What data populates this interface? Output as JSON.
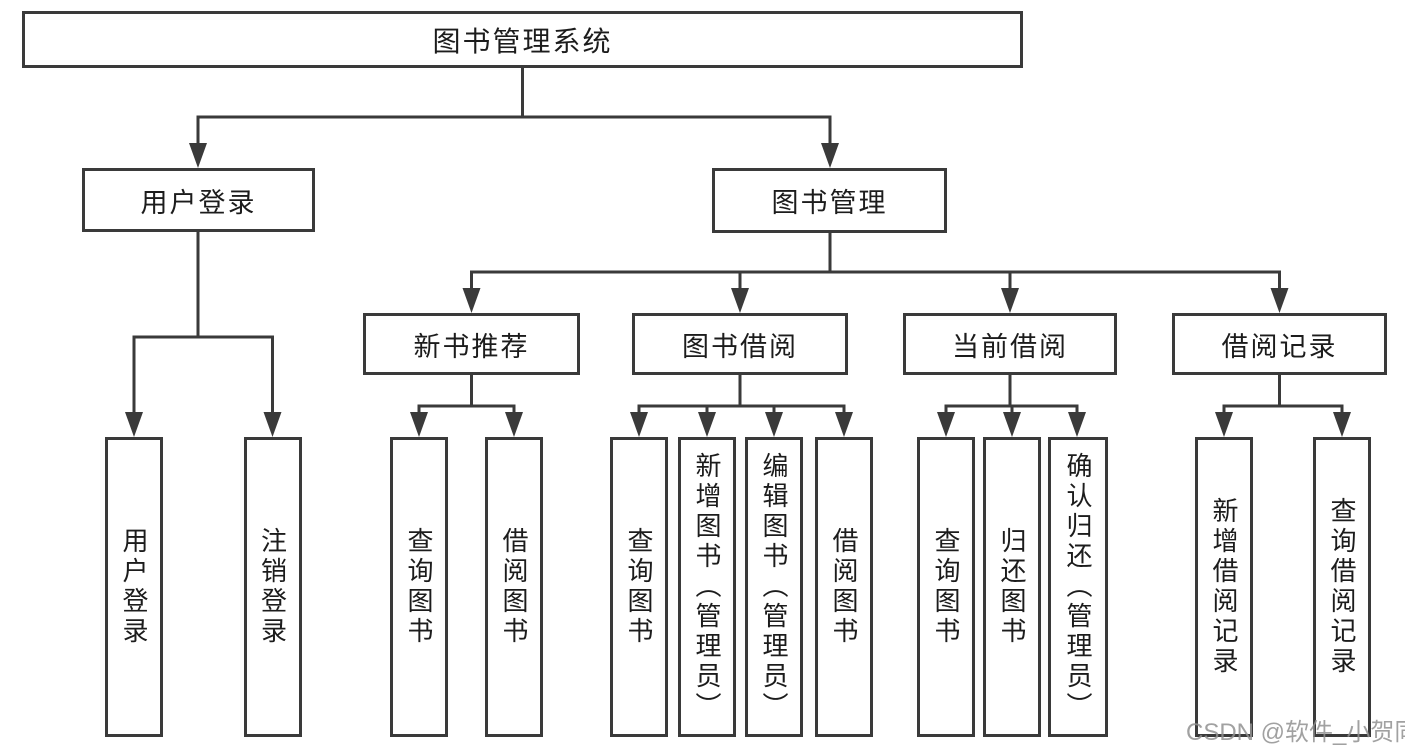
{
  "tree": {
    "label": "图书管理系统",
    "children": [
      {
        "label": "用户登录",
        "children": [
          {
            "label": "用户登录"
          },
          {
            "label": "注销登录"
          }
        ]
      },
      {
        "label": "图书管理",
        "children": [
          {
            "label": "新书推荐",
            "children": [
              {
                "label": "查询图书"
              },
              {
                "label": "借阅图书"
              }
            ]
          },
          {
            "label": "图书借阅",
            "children": [
              {
                "label": "查询图书"
              },
              {
                "label": "新增图书（管理员）"
              },
              {
                "label": "编辑图书（管理员）"
              },
              {
                "label": "借阅图书"
              }
            ]
          },
          {
            "label": "当前借阅",
            "children": [
              {
                "label": "查询图书"
              },
              {
                "label": "归还图书"
              },
              {
                "label": "确认归还（管理员）"
              }
            ]
          },
          {
            "label": "借阅记录",
            "children": [
              {
                "label": "新增借阅记录"
              },
              {
                "label": "查询借阅记录"
              }
            ]
          }
        ]
      }
    ]
  },
  "watermark": {
    "text": "CSDN @软件_小贺同学"
  },
  "colors": {
    "line": "#3a3a3a",
    "text": "#1c1c1c",
    "box_background": "#ffffff",
    "watermark": "#919191"
  }
}
